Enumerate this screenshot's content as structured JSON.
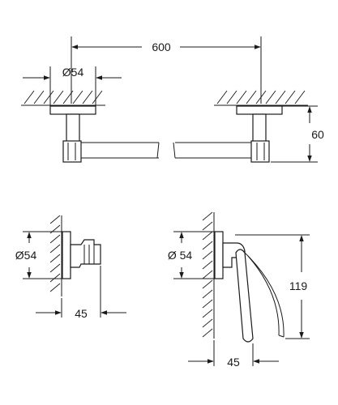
{
  "dimensions": {
    "towel_bar_length": "600",
    "towel_bar_rosette_diameter": "Ø54",
    "towel_bar_projection": "60",
    "hook_rosette_diameter": "Ø54",
    "hook_projection": "45",
    "paper_holder_rosette_diameter": "Ø 54",
    "paper_holder_projection": "45",
    "paper_holder_height": "119"
  }
}
